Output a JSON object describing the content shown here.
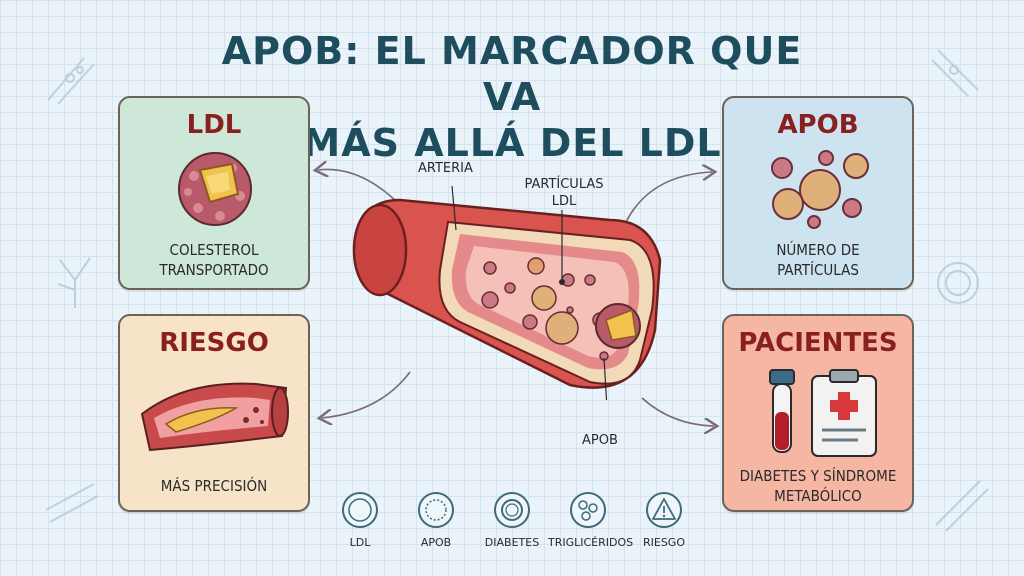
{
  "title_line1": "APOB: EL MARCADOR QUE VA",
  "title_line2": "MÁS ALLÁ DEL LDL",
  "cards": {
    "ldl": {
      "title": "LDL",
      "line1": "COLESTEROL",
      "line2": "TRANSPORTADO"
    },
    "apob": {
      "title": "APOB",
      "line1": "NÚMERO DE",
      "line2": "PARTÍCULAS"
    },
    "riesgo": {
      "title": "RIESGO",
      "line1": "MÁS PRECISIÓN"
    },
    "pacientes": {
      "title": "PACIENTES",
      "line1": "DIABETES Y SÍNDROME",
      "line2": "METABÓLICO"
    }
  },
  "callouts": {
    "arteria": "ARTERIA",
    "particulas_line1": "PARTÍCULAS",
    "particulas_line2": "LDL",
    "apob": "APOB"
  },
  "icons": [
    {
      "name": "ldl-icon",
      "label": "LDL"
    },
    {
      "name": "apob-icon",
      "label": "APOB"
    },
    {
      "name": "diabetes-icon",
      "label": "DIABETES"
    },
    {
      "name": "trigliceridos-icon",
      "label": "TRIGLICÉRIDOS"
    },
    {
      "name": "riesgo-icon",
      "label": "RIESGO"
    }
  ],
  "colors": {
    "title": "#1e4e5d",
    "card_title": "#8a1f1f",
    "ldl_card": "#cde8d8",
    "apob_card": "#cde3ef",
    "riesgo_card": "#f7e3c8",
    "pacientes_card": "#f5b6a3",
    "artery": "#d9534f"
  }
}
